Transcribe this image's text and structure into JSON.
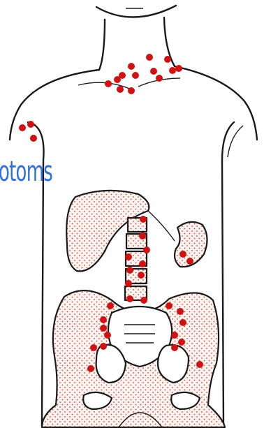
{
  "caption_fragment": "otoms",
  "colors": {
    "caption": "#2f6fd8",
    "lesion": "#d11212",
    "stipple": "#e6b8a2",
    "line": "#1a1a1a"
  },
  "lesion_groups": [
    {
      "name": "neck-lesions",
      "count": 13
    },
    {
      "name": "shoulder-lesions",
      "count": 3
    },
    {
      "name": "spine-lesions",
      "count": 10
    },
    {
      "name": "spleen-lesions",
      "count": 2
    },
    {
      "name": "pelvis-lesions",
      "count": 14
    }
  ]
}
